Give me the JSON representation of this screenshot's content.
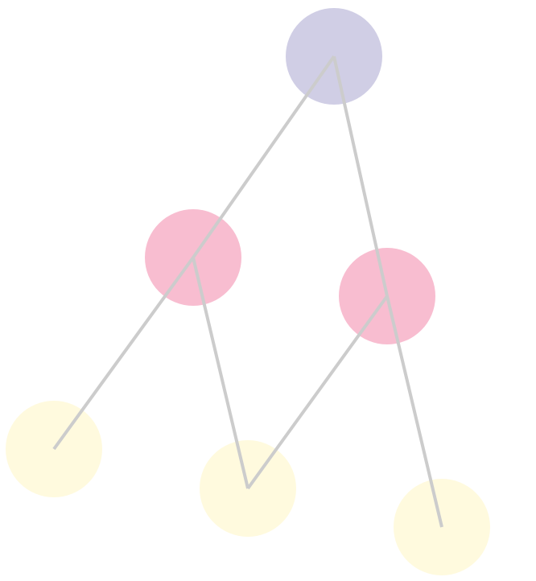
{
  "diagram": {
    "type": "tree",
    "colors": {
      "edge": "#cccccc",
      "root": "#d0cee5",
      "middle": "#f8bdd0",
      "leaf": "#fffade"
    },
    "nodes": [
      {
        "id": "root",
        "level": "root"
      },
      {
        "id": "mid-left",
        "level": "middle"
      },
      {
        "id": "mid-right",
        "level": "middle"
      },
      {
        "id": "leaf-left",
        "level": "leaf"
      },
      {
        "id": "leaf-mid",
        "level": "leaf"
      },
      {
        "id": "leaf-right",
        "level": "leaf"
      }
    ],
    "edges": [
      {
        "from": "root",
        "to": "mid-left"
      },
      {
        "from": "mid-left",
        "to": "leaf-left"
      },
      {
        "from": "mid-left",
        "to": "leaf-mid"
      },
      {
        "from": "leaf-mid",
        "to": "mid-right"
      },
      {
        "from": "root",
        "to": "mid-right"
      },
      {
        "from": "mid-right",
        "to": "leaf-right"
      }
    ]
  }
}
